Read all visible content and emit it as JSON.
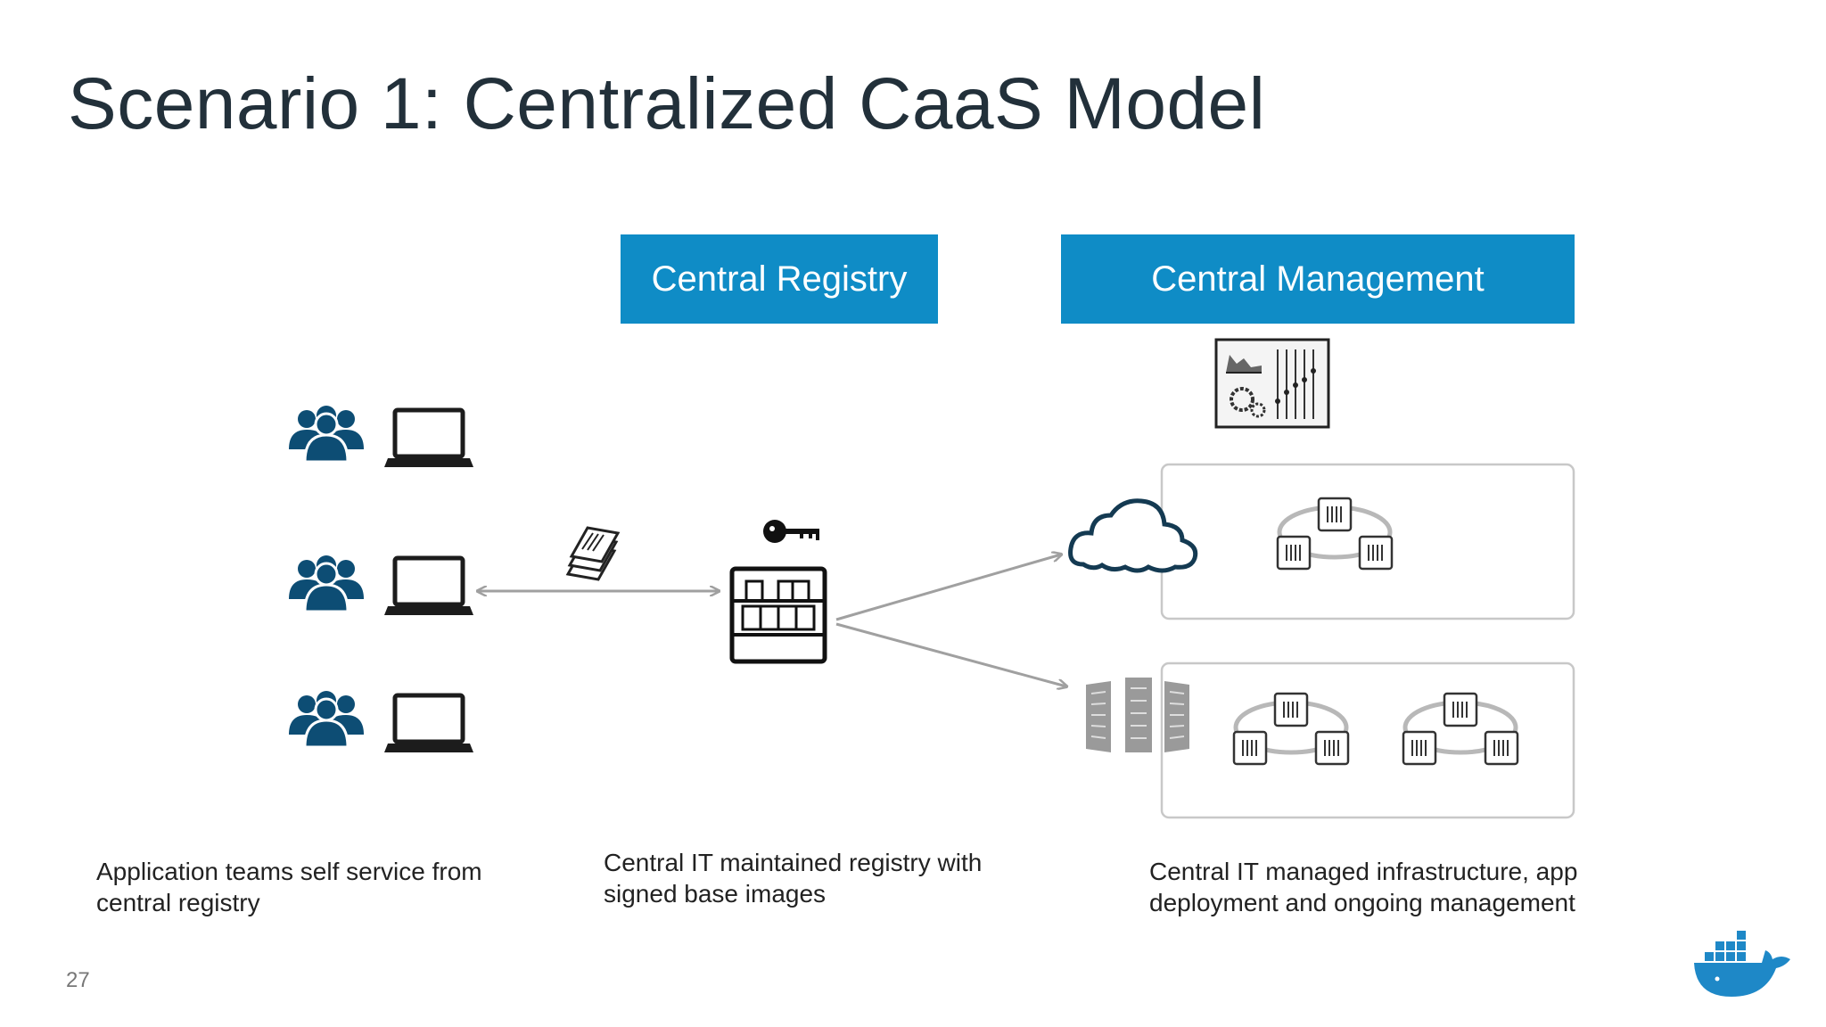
{
  "title": "Scenario 1: Centralized CaaS Model",
  "banners": {
    "registry": "Central Registry",
    "management": "Central Management"
  },
  "captions": {
    "left": "Application teams self service from central registry",
    "middle": "Central IT maintained registry with signed base images",
    "right": "Central IT managed infrastructure, app deployment and ongoing management"
  },
  "page_number": "27",
  "colors": {
    "banner": "#0f8cc6",
    "people_icon": "#0d4d74",
    "arrow": "#a0a0a0",
    "whale": "#1e88c7"
  },
  "icons": [
    "people-icon",
    "laptop-icon",
    "signed-images-icon",
    "key-icon",
    "registry-icon",
    "management-console-icon",
    "cloud-icon",
    "datacenter-servers-icon",
    "container-cluster-icon",
    "docker-whale-logo"
  ]
}
